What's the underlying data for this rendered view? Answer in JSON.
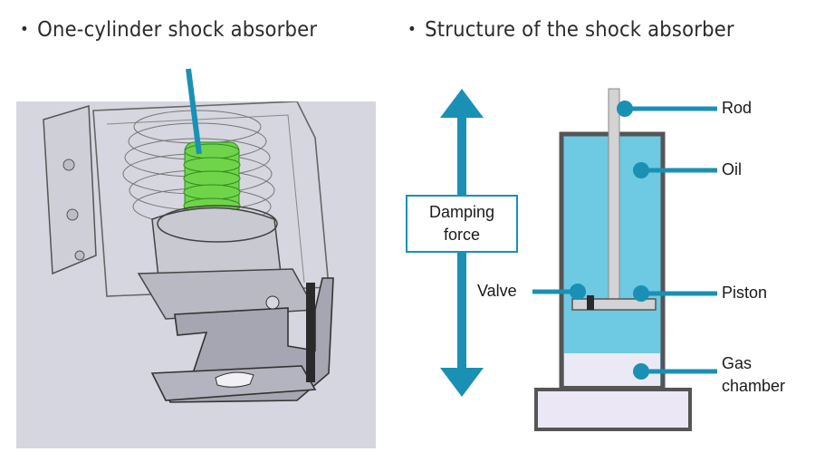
{
  "headings": {
    "left": "One-cylinder shock absorber",
    "right": "Structure of the shock absorber",
    "bullet": "•"
  },
  "damping_force": {
    "line1": "Damping",
    "line2": "force"
  },
  "labels": {
    "rod": "Rod",
    "oil": "Oil",
    "piston": "Piston",
    "valve": "Valve",
    "gas_line1": "Gas",
    "gas_line2": "chamber"
  },
  "colors": {
    "accent": "#1a90b4",
    "oil": "#6ec9e2",
    "gas": "#ece9f7",
    "cylinder_wall": "#555555",
    "base": "#ebe7f4",
    "spring_green": "#6fd44a",
    "illustration_bg": "#d6d6e0"
  }
}
